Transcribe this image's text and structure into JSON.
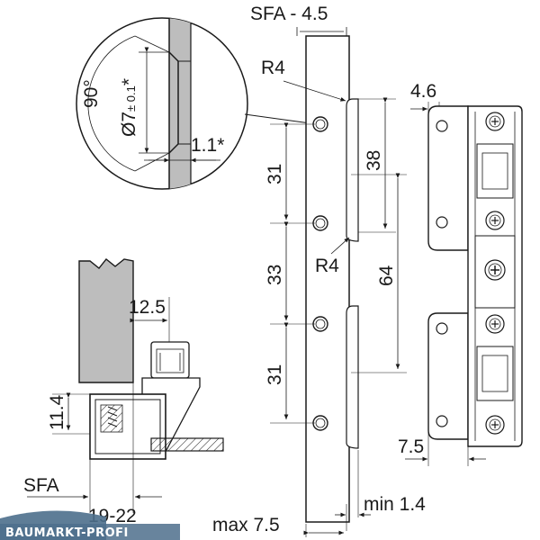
{
  "dimensions": {
    "sfa_offset": "SFA - 4.5",
    "radius_top": "R4",
    "radius_bottom": "R4",
    "plate_width": "4.6",
    "angle": "90°",
    "hole_diameter": "Ø7",
    "hole_tolerance": "± 0.1",
    "hole_diameter_star": "*",
    "edge_width": "1.1",
    "edge_width_star": "*",
    "pitch_top": "31",
    "pitch_middle": "33",
    "pitch_bottom": "31",
    "slot_height": "38",
    "slot_pitch": "64",
    "clip_offset": "12.5",
    "profile_height": "11.4",
    "bracket_offset": "7.5",
    "min_gap": "min 1.4",
    "max_width": "max 7.5",
    "sfa_label": "SFA",
    "sfa_range": "19-22"
  },
  "watermark": {
    "text": "BAUMARKT-PROFI",
    "color": "#4d6f8c"
  },
  "colors": {
    "line": "#1a1a1a",
    "wood": "#bdbdbd",
    "plate": "#ffffff"
  }
}
